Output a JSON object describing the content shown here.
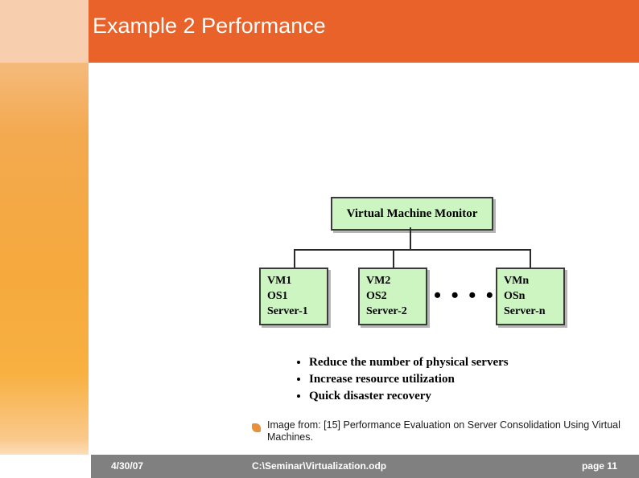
{
  "header": {
    "title": "Example 2 Performance"
  },
  "diagram": {
    "monitor": "Virtual Machine Monitor",
    "dots": "• • • •",
    "nodes": [
      {
        "line1": "VM1",
        "line2": "OS1",
        "line3": "Server-1"
      },
      {
        "line1": "VM2",
        "line2": "OS2",
        "line3": "Server-2"
      },
      {
        "line1": "VMn",
        "line2": "OSn",
        "line3": "Server-n"
      }
    ]
  },
  "bullets": [
    "Reduce the number of physical servers",
    "Increase resource utilization",
    "Quick disaster recovery"
  ],
  "credit": {
    "text": "Image from: [15] Performance Evaluation on Server Consolidation Using Virtual Machines."
  },
  "footer": {
    "date": "4/30/07",
    "path": "C:\\Seminar\\Virtualization.odp",
    "page": "page 11"
  }
}
